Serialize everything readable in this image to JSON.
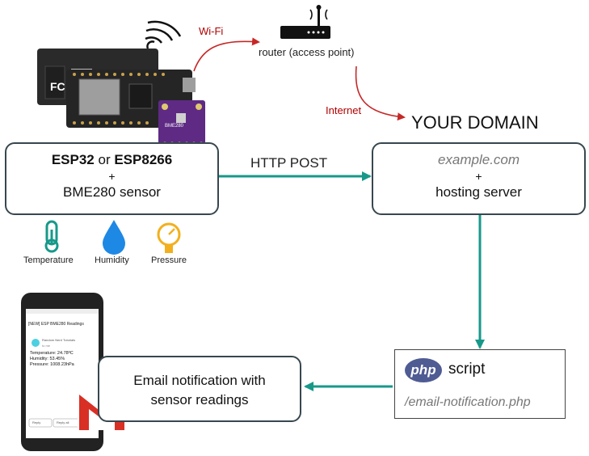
{
  "wifi_label": "Wi-Fi",
  "router_label": "router (access point)",
  "internet_label": "Internet",
  "domain_title": "YOUR DOMAIN",
  "http_post_label": "HTTP POST",
  "esp_box": {
    "board1": "ESP32",
    "or": "or",
    "board2": "ESP8266",
    "plus": "+",
    "sensor": "BME280 sensor"
  },
  "server_box": {
    "domain": "example.com",
    "plus": "+",
    "server": "hosting server"
  },
  "sensors": [
    {
      "label": "Temperature"
    },
    {
      "label": "Humidity"
    },
    {
      "label": "Pressure"
    }
  ],
  "php_box": {
    "logo_text": "php",
    "title": "script",
    "path": "/email-notification.php"
  },
  "email_box": {
    "line1": "Email notification with",
    "line2": "sensor readings"
  },
  "sensor_chip_label": "BME280",
  "phone": {
    "subject": "[NEW] ESP BME280 Readings",
    "sender": "Random Nerd Tutorials",
    "sender_sub": "to me",
    "temperature": "Temperature: 24.78ºC",
    "humidity": "Humidity: 53.45%",
    "pressure": "Pressure: 1008.23hPa",
    "reply": "Reply",
    "reply_all": "Reply all"
  },
  "colors": {
    "teal": "#17998a",
    "red": "#c62828",
    "box_border": "#37474f",
    "php_blue": "#4f5b93",
    "gmail_red": "#d93025",
    "board": "#2b2b2b",
    "chip_purple": "#5e2a84"
  }
}
